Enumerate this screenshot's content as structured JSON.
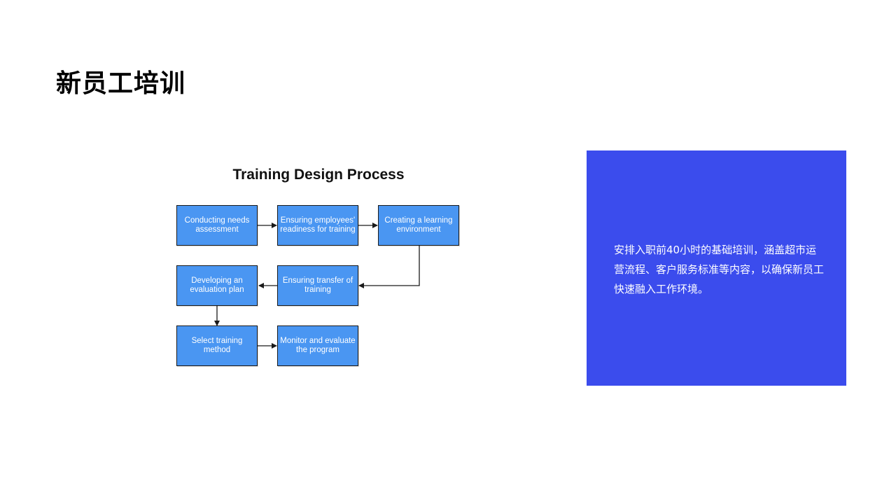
{
  "slide": {
    "title": "新员工培训"
  },
  "diagram": {
    "title": "Training Design Process",
    "nodes": [
      {
        "id": "n1",
        "label": "Conducting needs assessment"
      },
      {
        "id": "n2",
        "label": "Ensuring employees' readiness for training"
      },
      {
        "id": "n3",
        "label": "Creating a learning environment"
      },
      {
        "id": "n4",
        "label": "Ensuring transfer of training"
      },
      {
        "id": "n5",
        "label": "Developing an evaluation plan"
      },
      {
        "id": "n6",
        "label": "Select training method"
      },
      {
        "id": "n7",
        "label": "Monitor and evaluate the program"
      }
    ],
    "edges": [
      {
        "from": "n1",
        "to": "n2"
      },
      {
        "from": "n2",
        "to": "n3"
      },
      {
        "from": "n3",
        "to": "n4"
      },
      {
        "from": "n4",
        "to": "n5"
      },
      {
        "from": "n5",
        "to": "n6"
      },
      {
        "from": "n6",
        "to": "n7"
      }
    ],
    "colors": {
      "node_fill": "#4a96f2",
      "node_border": "#1a1a1a",
      "arrow": "#1a1a1a"
    }
  },
  "info_panel": {
    "text": "安排入职前40小时的基础培训，涵盖超市运营流程、客户服务标准等内容，以确保新员工快速融入工作环境。",
    "color": "#3b4ced"
  }
}
